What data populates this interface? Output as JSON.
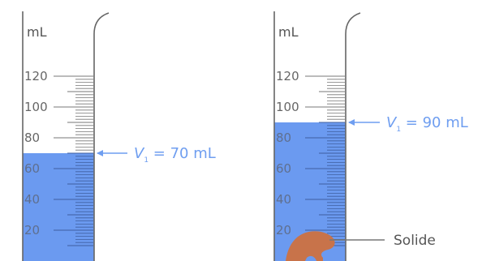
{
  "colors": {
    "water": "#6b9af0",
    "glass": "#666666",
    "tick": "#777777",
    "tick_in_water": "#3f5f9f",
    "annotation": "#6f9ef0",
    "solid": "#c8734a"
  },
  "cylinders": [
    {
      "unit": "mL",
      "tick_labels": [
        "120",
        "100",
        "80",
        "60",
        "40",
        "20"
      ],
      "water_level_ml": 70,
      "volume_label": {
        "symbol": "V",
        "subscript": "1",
        "text": " = 70 mL"
      }
    },
    {
      "unit": "mL",
      "tick_labels": [
        "120",
        "100",
        "80",
        "60",
        "40",
        "20"
      ],
      "water_level_ml": 90,
      "volume_label": {
        "symbol": "V",
        "subscript": "1",
        "text": " = 90 mL"
      },
      "solid_label": "Solide"
    }
  ]
}
